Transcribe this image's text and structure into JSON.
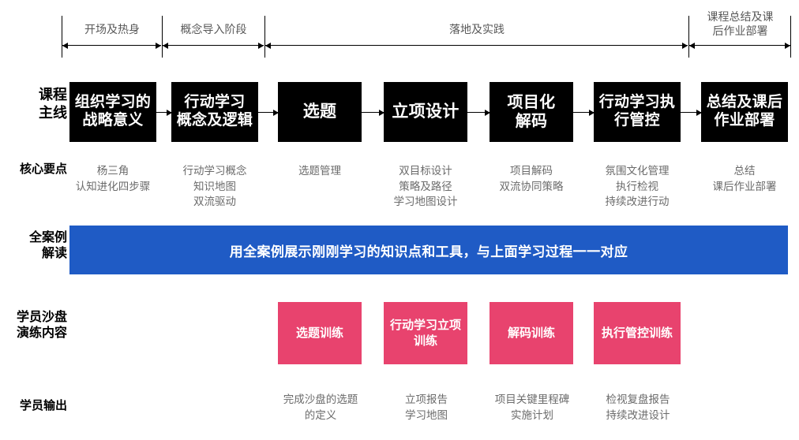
{
  "rows": {
    "main_line_label": "课程\n主线",
    "key_points_label": "核心要点",
    "case_label": "全案例\n解读",
    "sandbox_label": "学员沙盘\n演练内容",
    "output_label": "学员输出"
  },
  "phases": [
    {
      "label": "开场及热身"
    },
    {
      "label": "概念导入阶段"
    },
    {
      "label": "落地及实践"
    },
    {
      "label": "课程总结及课\n后作业部署"
    }
  ],
  "steps": [
    {
      "title": "组织学习的\n战略意义",
      "points": "杨三角\n认知进化四步骤",
      "sandbox": "",
      "output": ""
    },
    {
      "title": "行动学习\n概念及逻辑",
      "points": "行动学习概念\n知识地图\n双流驱动",
      "sandbox": "",
      "output": ""
    },
    {
      "title": "选题",
      "points": "选题管理",
      "sandbox": "选题训练",
      "output": "完成沙盘的选题\n的定义"
    },
    {
      "title": "立项设计",
      "points": "双目标设计\n策略及路径\n学习地图设计",
      "sandbox": "行动学习立项\n训练",
      "output": "立项报告\n学习地图"
    },
    {
      "title": "项目化\n解码",
      "points": "项目解码\n双流协同策略",
      "sandbox": "解码训练",
      "output": "项目关键里程碑\n实施计划"
    },
    {
      "title": "行动学习执\n行管控",
      "points": "氛围文化管理\n执行检视\n持续改进行动",
      "sandbox": "执行管控训练",
      "output": "检视复盘报告\n持续改进设计"
    },
    {
      "title": "总结及课后\n作业部署",
      "points": "总结\n课后作业部署",
      "sandbox": "",
      "output": ""
    }
  ],
  "case_band_text": "用全案例展示刚刚学习的知识点和工具，与上面学习过程一一对应",
  "colors": {
    "box": "#000000",
    "case_band": "#1F5BC5",
    "sandbox_box": "#E8436E",
    "phase_text": "#595959",
    "body_text": "#6b6b6b"
  }
}
